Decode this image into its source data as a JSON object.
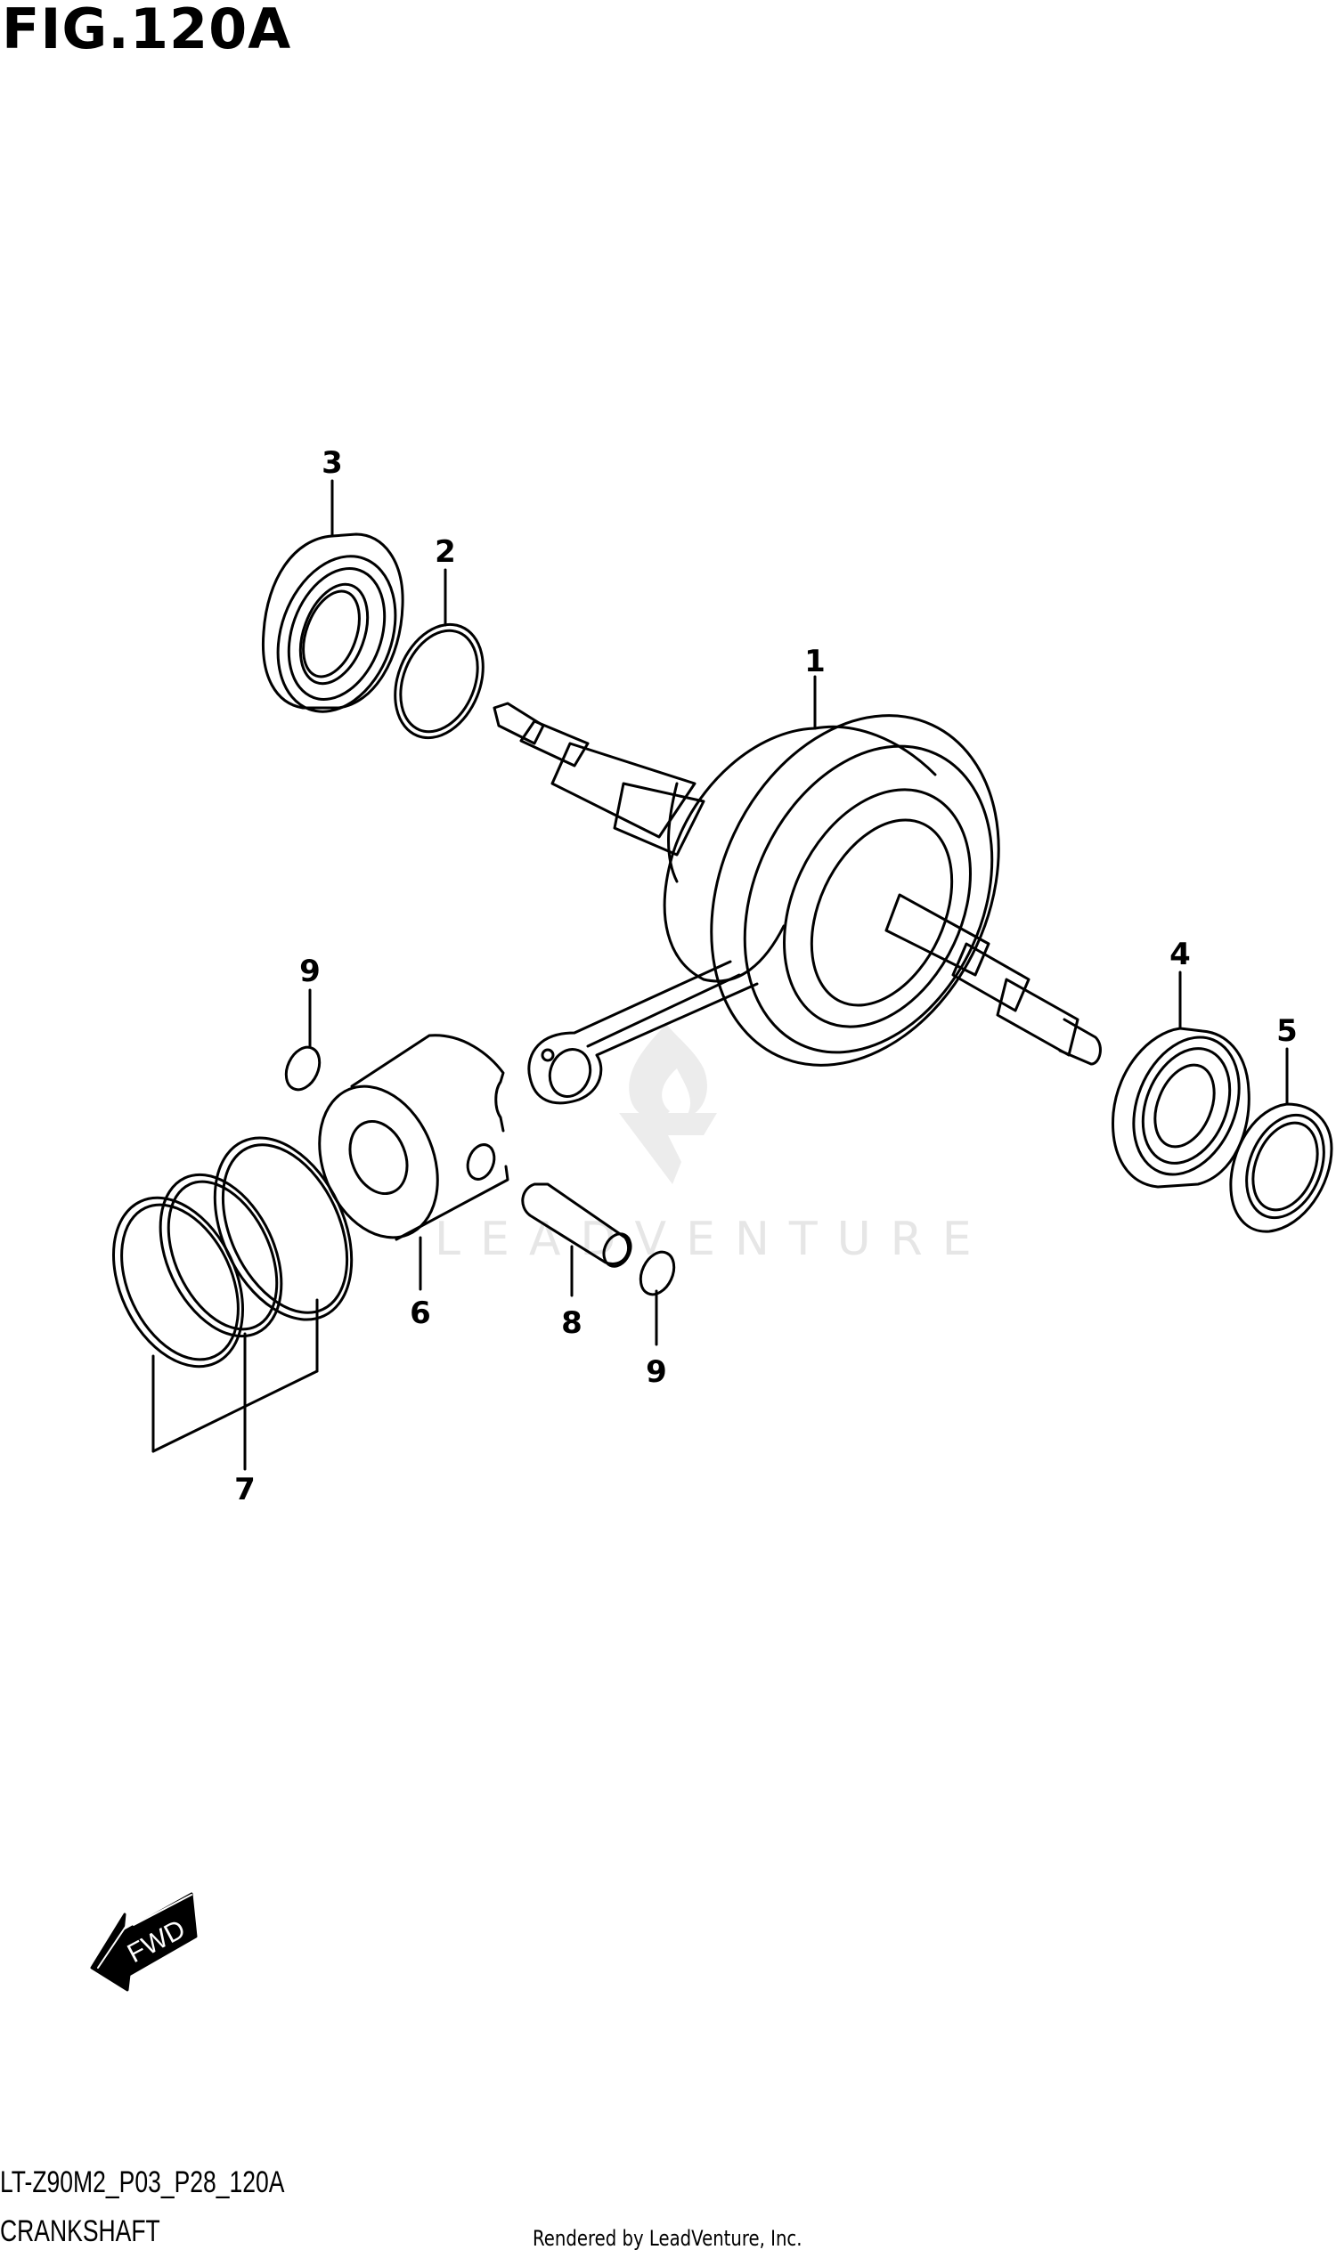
{
  "figure": {
    "title": "FIG.120A",
    "code": "LT-Z90M2_P03_P28_120A",
    "name": "CRANKSHAFT"
  },
  "callouts": [
    {
      "number": "1",
      "part": "crankshaft"
    },
    {
      "number": "2",
      "part": "shim ring"
    },
    {
      "number": "3",
      "part": "bearing left"
    },
    {
      "number": "4",
      "part": "bearing right"
    },
    {
      "number": "5",
      "part": "oil seal"
    },
    {
      "number": "6",
      "part": "piston"
    },
    {
      "number": "7",
      "part": "piston ring set"
    },
    {
      "number": "8",
      "part": "piston pin"
    },
    {
      "number": "9",
      "part": "circlip"
    },
    {
      "number": "9",
      "part": "circlip"
    }
  ],
  "direction_indicator": {
    "label": "FWD",
    "icon": "left-arrow-icon"
  },
  "watermark": {
    "text": "LEADVENTURE",
    "color": "#e6e6e6"
  },
  "credit": "Rendered by LeadVenture, Inc.",
  "colors": {
    "line": "#000000",
    "background": "#ffffff",
    "watermark": "#e6e6e6"
  }
}
